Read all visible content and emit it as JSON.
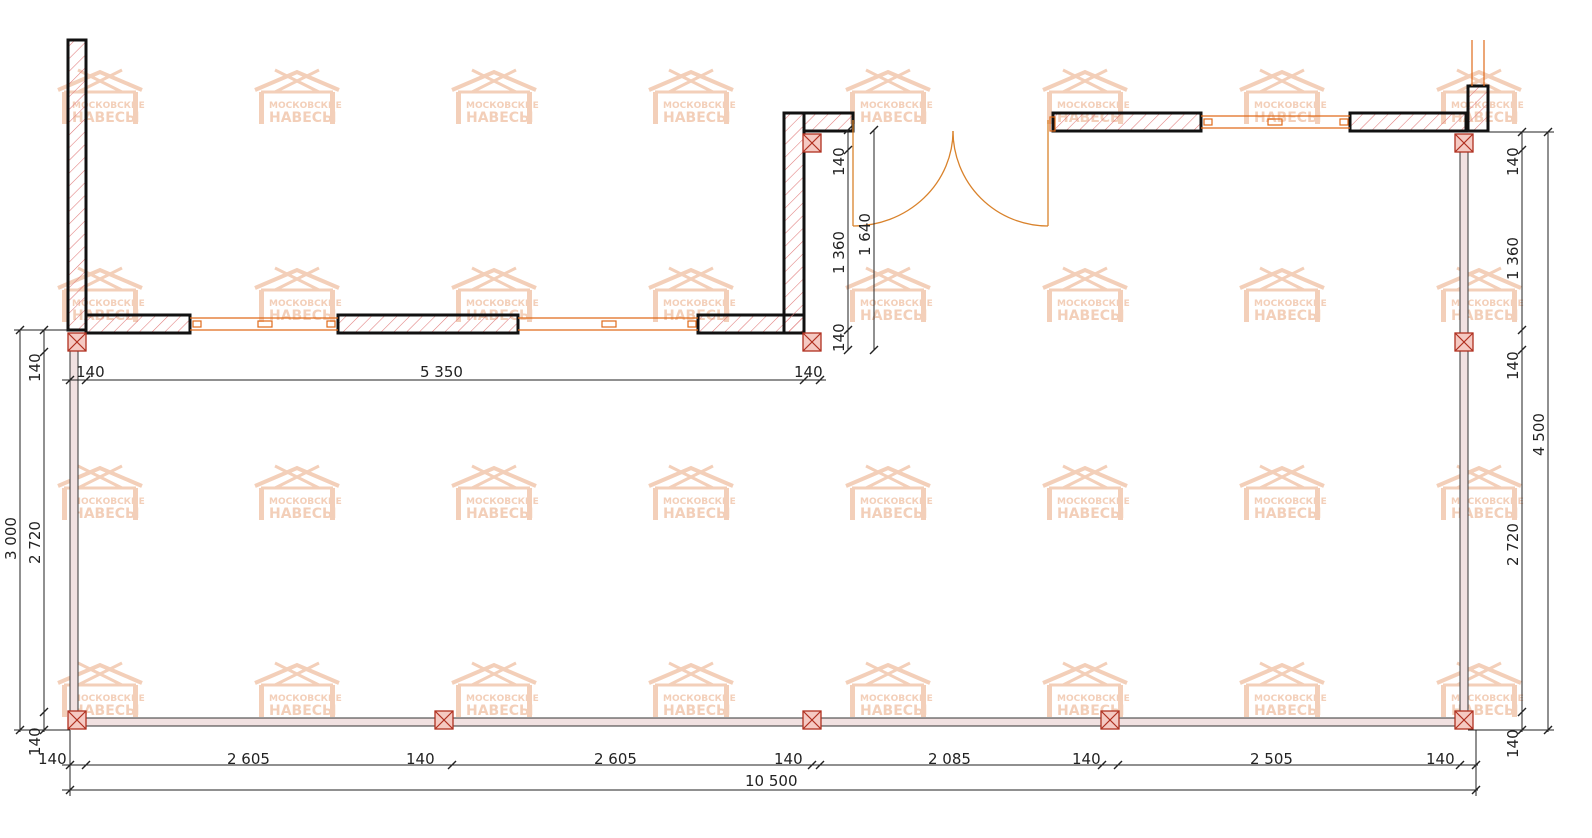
{
  "watermark": {
    "line1": "МОСКОВСКИЕ",
    "line2": "НАВЕСЫ"
  },
  "colors": {
    "wall_outline": "#111111",
    "wall_hatch": "#e07a7a",
    "window": "#e06a1a",
    "door": "#d9822b",
    "post_fill": "#f5c9c2",
    "post_stroke": "#b03020",
    "frame_fill": "#f1e1e1",
    "watermark": "#f3cfb9",
    "dimension": "#222222"
  },
  "dimensions": {
    "bottom_segments": [
      "140",
      "2 605",
      "140",
      "2 605",
      "140",
      "2 085",
      "140",
      "2 505",
      "140"
    ],
    "bottom_total": "10 500",
    "inner_top": [
      "140",
      "5 350",
      "140"
    ],
    "left_outer": "3 000",
    "left_inner": [
      "140",
      "2 720",
      "140"
    ],
    "middle_wall": [
      "140",
      "1 360",
      "140"
    ],
    "door_opening": "1 640",
    "right_inner": [
      "140",
      "1 360",
      "140",
      "2 720",
      "140"
    ],
    "right_outer": "4 500"
  }
}
